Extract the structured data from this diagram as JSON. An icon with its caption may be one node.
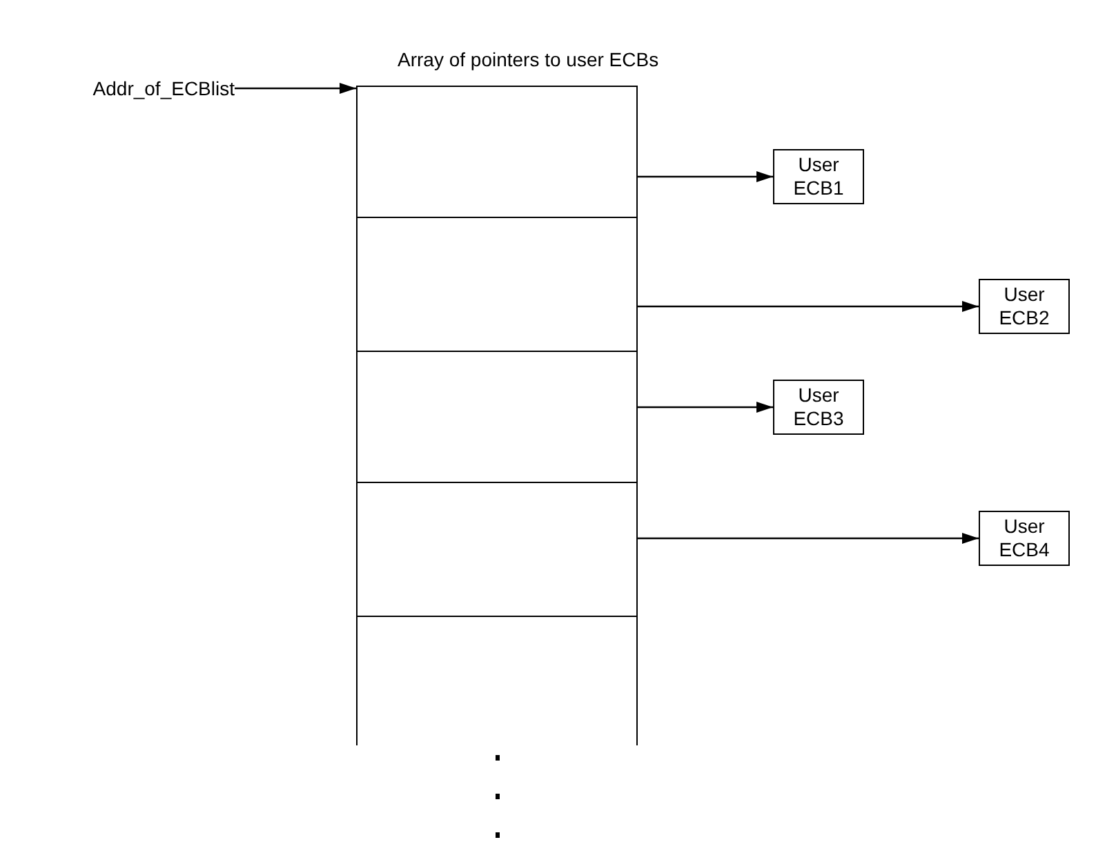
{
  "diagram": {
    "title": "Array of pointers to user ECBs",
    "nodes": [
      {
        "text": [
          "Addr_of_ECBlist"
        ]
      },
      {
        "text": [],
        "shape": "box"
      },
      {
        "text": [],
        "shape": "box",
        "in": 1
      },
      {
        "text": [],
        "shape": "box",
        "in": 1
      },
      {
        "text": [],
        "shape": "box",
        "in": 1
      },
      {
        "text": [],
        "shape": "box",
        "in": 1
      },
      {
        "text": [
          "User ECB1"
        ]
      },
      {
        "text": [
          "User ECB2"
        ]
      },
      {
        "text": [
          "User ECB3"
        ]
      },
      {
        "text": [
          "User ECB4"
        ]
      }
    ],
    "edges": [
      {
        "from": 0,
        "to": 1,
        "arrow": "to"
      },
      {
        "from": 2,
        "to": 6,
        "arrow": "to"
      },
      {
        "from": 3,
        "to": 7,
        "arrow": "to"
      },
      {
        "from": 4,
        "to": 8,
        "arrow": "to"
      },
      {
        "from": 5,
        "to": 9,
        "arrow": "to"
      }
    ]
  }
}
